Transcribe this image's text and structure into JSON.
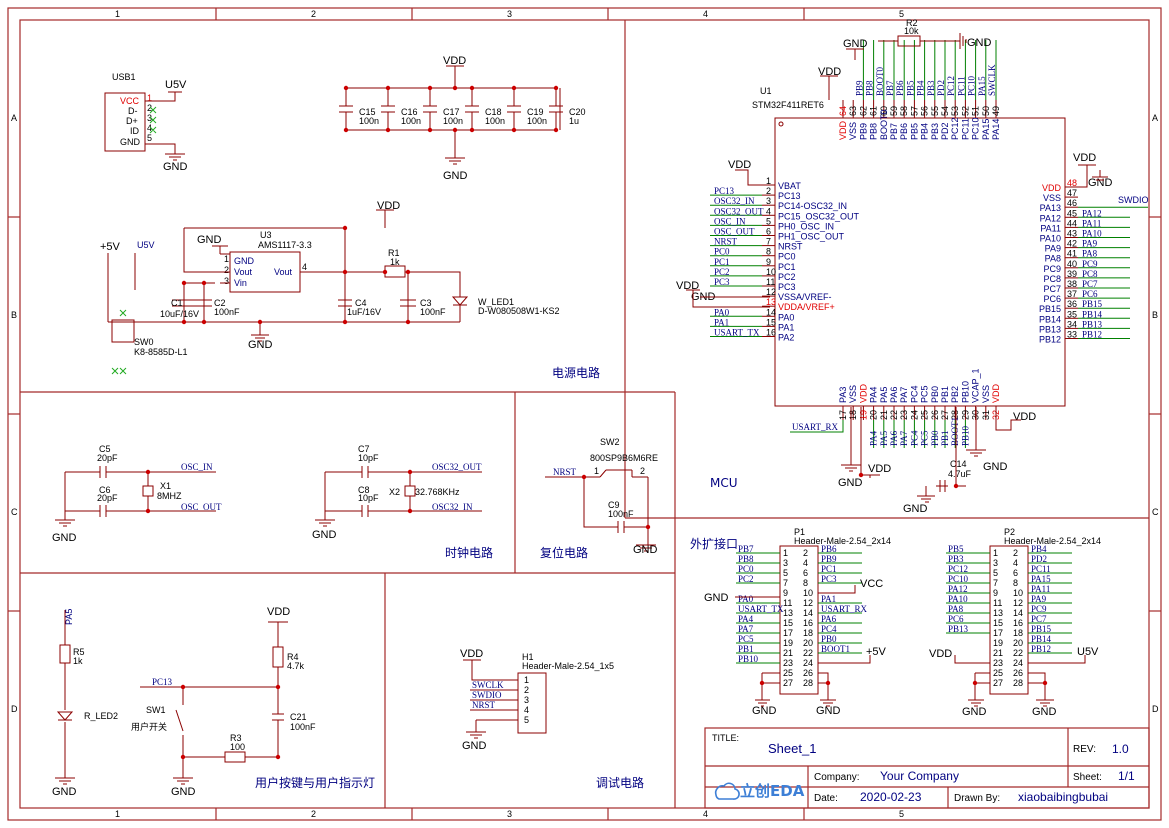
{
  "grid_cols": [
    "1",
    "2",
    "3",
    "4",
    "5"
  ],
  "grid_rows": [
    "A",
    "B",
    "C",
    "D"
  ],
  "sections": {
    "power": "电源电路",
    "clock": "时钟电路",
    "reset": "复位电路",
    "mcu": "MCU",
    "ext": "外扩接口",
    "user": "用户按键与用户指示灯",
    "debug": "调试电路"
  },
  "usb": {
    "ref": "USB1",
    "pins": [
      "VCC",
      "D-",
      "D+",
      "ID",
      "GND"
    ],
    "nums": [
      "1",
      "2",
      "3",
      "4",
      "5"
    ],
    "u5v": "U5V",
    "gnd": "GND"
  },
  "caps_top": {
    "vdd": "VDD",
    "gnd": "GND",
    "items": [
      {
        "ref": "C15",
        "val": "100n"
      },
      {
        "ref": "C16",
        "val": "100n"
      },
      {
        "ref": "C17",
        "val": "100n"
      },
      {
        "ref": "C18",
        "val": "100n"
      },
      {
        "ref": "C19",
        "val": "100n"
      },
      {
        "ref": "C20",
        "val": "1u"
      }
    ]
  },
  "regulator": {
    "ref": "U3",
    "part": "AMS1117-3.3",
    "pin_gnd": "GND",
    "pin_vout": "Vout",
    "pin_vin": "Vin",
    "pin_vout2": "Vout",
    "n1": "1",
    "n2": "2",
    "n3": "3",
    "n4": "4",
    "vdd": "VDD",
    "gnd": "GND",
    "gnd2": "GND",
    "p5v": "+5V",
    "u5v": "U5V",
    "c1": "C1",
    "c1v": "10uF/16V",
    "c2": "C2",
    "c2v": "100nF",
    "c4": "C4",
    "c4v": "1uF/16V",
    "c3": "C3",
    "c3v": "100nF",
    "r1": "R1",
    "r1v": "1k",
    "led": "W_LED1",
    "ledv": "D-W080508W1-KS2",
    "sw": "SW0",
    "swv": "K8-8585D-L1"
  },
  "mcu": {
    "ref": "U1",
    "part": "STM32F411RET6",
    "top_nums": [
      "64",
      "63",
      "62",
      "61",
      "60",
      "59",
      "58",
      "57",
      "56",
      "55",
      "54",
      "53",
      "52",
      "51",
      "50",
      "49"
    ],
    "top_names": [
      "VDD",
      "VSS",
      "PB9",
      "PB8",
      "BOOT0",
      "PB7",
      "PB6",
      "PB5",
      "PB4",
      "PB3",
      "PD2",
      "PC12",
      "PC11",
      "PC10",
      "PA15",
      "PA14"
    ],
    "top_nets": [
      "",
      "",
      "PB9",
      "PB8",
      "BOOT0",
      "PB7",
      "PB6",
      "PB5",
      "PB4",
      "PB3",
      "PD2",
      "PC12",
      "PC11",
      "PC10",
      "PA15",
      "SWCLK"
    ],
    "left_nums": [
      "1",
      "2",
      "3",
      "4",
      "5",
      "6",
      "7",
      "8",
      "9",
      "10",
      "11",
      "12",
      "13",
      "14",
      "15",
      "16"
    ],
    "left_names": [
      "VBAT",
      "PC13",
      "PC14-OSC32_IN",
      "PC15_OSC32_OUT",
      "PH0_OSC_IN",
      "PH1_OSC_OUT",
      "NRST",
      "PC0",
      "PC1",
      "PC2",
      "PC3",
      "VSSA/VREF-",
      "VDDA/VREF+",
      "PA0",
      "PA1",
      "PA2"
    ],
    "left_nets": [
      "",
      "PC13",
      "OSC32_IN",
      "OSC32_OUT",
      "OSC_IN",
      "OSC_OUT",
      "NRST",
      "PC0",
      "PC1",
      "PC2",
      "PC3",
      "",
      "",
      "PA0",
      "PA1",
      "USART_TX"
    ],
    "right_nums": [
      "48",
      "47",
      "46",
      "45",
      "44",
      "43",
      "42",
      "41",
      "40",
      "39",
      "38",
      "37",
      "36",
      "35",
      "34",
      "33"
    ],
    "right_names": [
      "VDD",
      "VSS",
      "",
      "PA13",
      "PA12",
      "PA11",
      "PA10",
      "PA9",
      "PA8",
      "PC9",
      "PC8",
      "PC7",
      "PC6",
      "PB15",
      "PB14",
      "PB13",
      "PB12"
    ],
    "right_names2": [
      "VDD",
      "VSS",
      "PA13",
      "PA12",
      "PA11",
      "PA10",
      "PA9",
      "PA8",
      "PC9",
      "PC8",
      "PC7",
      "PC6",
      "PB15",
      "PB14",
      "PB13",
      "PB12"
    ],
    "right_nets": [
      "",
      "",
      "SWDIO",
      "PA12",
      "PA11",
      "PA10",
      "PA9",
      "PA8",
      "PC9",
      "PC8",
      "PC7",
      "PC6",
      "PB15",
      "PB14",
      "PB13",
      "PB12"
    ],
    "bot_nums": [
      "17",
      "18",
      "19",
      "20",
      "21",
      "22",
      "23",
      "24",
      "25",
      "26",
      "27",
      "28",
      "29",
      "30",
      "31",
      "32"
    ],
    "bot_names": [
      "PA3",
      "VSS",
      "VDD",
      "PA4",
      "PA5",
      "PA6",
      "PA7",
      "PC4",
      "PC5",
      "PB0",
      "PB1",
      "PB2",
      "PB10",
      "VCAP_1",
      "VSS",
      "VDD"
    ],
    "bot_nets": [
      "USART_RX",
      "",
      "",
      "PA4",
      "PA5",
      "PA6",
      "PA7",
      "PC4",
      "PC5",
      "PB0",
      "PB1",
      "BOOT1",
      "PB10",
      "",
      "",
      ""
    ],
    "vdd": "VDD",
    "gnd": "GND",
    "r2": "R2",
    "r2v": "10k",
    "c14": "C14",
    "c14v": "4.7uF"
  },
  "clock": {
    "c5": "C5",
    "c5v": "20pF",
    "c6": "C6",
    "c6v": "20pF",
    "x1": "X1",
    "x1v": "8MHZ",
    "c7": "C7",
    "c7v": "10pF",
    "c8": "C8",
    "c8v": "10pF",
    "x2": "X2",
    "x2v": "32.768KHz",
    "osc_in": "OSC_IN",
    "osc_out": "OSC_OUT",
    "osc32_out": "OSC32_OUT",
    "osc32_in": "OSC32_IN",
    "gnd": "GND"
  },
  "reset": {
    "sw": "SW2",
    "swv": "800SP9B6M6RE",
    "net": "NRST",
    "n1": "1",
    "n2": "2",
    "c9": "C9",
    "c9v": "100nF",
    "gnd": "GND"
  },
  "header1": {
    "ref": "P1",
    "part": "Header-Male-2.54_2x14",
    "left": [
      "PB7",
      "PB8",
      "PC0",
      "PC2",
      "",
      "PA0",
      "USART_TX",
      "PA4",
      "PA7",
      "PC5",
      "PB1",
      "PB10",
      "",
      ""
    ],
    "right": [
      "PB6",
      "PB9",
      "PC1",
      "PC3",
      "",
      "PA1",
      "USART_RX",
      "PA6",
      "PC4",
      "PB0",
      "BOOT1",
      "",
      "",
      ""
    ],
    "vcc": "VCC",
    "gnd": "GND",
    "p5v": "+5V"
  },
  "header2": {
    "ref": "P2",
    "part": "Header-Male-2.54_2x14",
    "left": [
      "PB5",
      "PB3",
      "PC12",
      "PC10",
      "PA12",
      "PA10",
      "PA8",
      "PC6",
      "PB13",
      "",
      "",
      "",
      "",
      ""
    ],
    "right": [
      "PB4",
      "PD2",
      "PC11",
      "PA15",
      "PA11",
      "PA9",
      "PC9",
      "PC7",
      "PB15",
      "PB14",
      "PB12",
      "",
      "",
      ""
    ],
    "vdd": "VDD",
    "u5v": "U5V",
    "gnd": "GND"
  },
  "user": {
    "pa5": "PA5",
    "r5": "R5",
    "r5v": "1k",
    "led": "R_LED2",
    "gnd": "GND",
    "pc13": "PC13",
    "sw": "SW1",
    "swdesc": "用户开关",
    "r3": "R3",
    "r3v": "100",
    "r4": "R4",
    "r4v": "4.7k",
    "c21": "C21",
    "c21v": "100nF",
    "vdd": "VDD"
  },
  "debug": {
    "ref": "H1",
    "part": "Header-Male-2.54_1x5",
    "vdd": "VDD",
    "gnd": "GND",
    "nets": [
      "SWCLK",
      "SWDIO",
      "NRST",
      "",
      ""
    ],
    "nums": [
      "1",
      "2",
      "3",
      "4",
      "5"
    ]
  },
  "title_block": {
    "title_label": "TITLE:",
    "title": "Sheet_1",
    "rev_label": "REV:",
    "rev": "1.0",
    "company_label": "Company:",
    "company": "Your Company",
    "sheet_label": "Sheet:",
    "sheet": "1/1",
    "date_label": "Date:",
    "date": "2020-02-23",
    "drawn_label": "Drawn By:",
    "drawn": "xiaobaibingbubai",
    "logo": "立创EDA"
  }
}
